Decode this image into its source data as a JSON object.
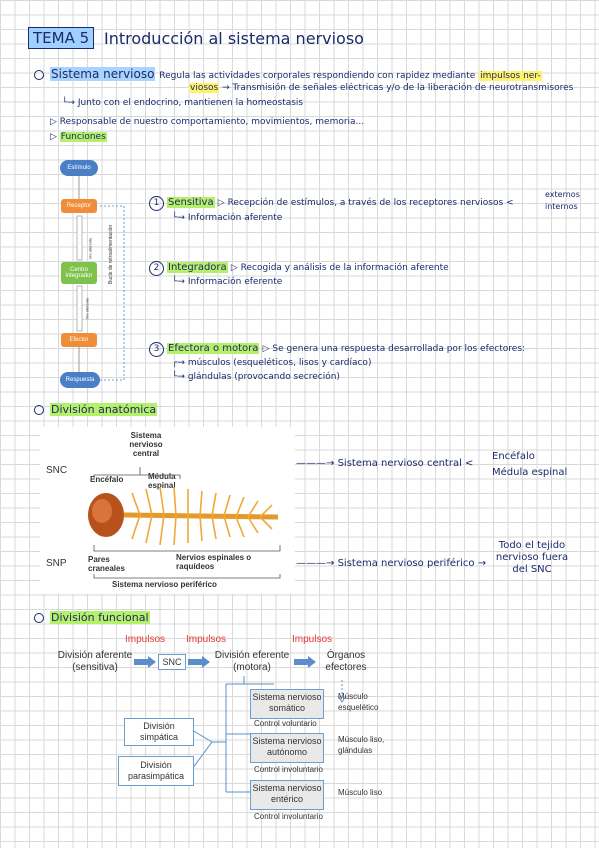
{
  "header": {
    "tema": "TEMA 5",
    "title": "Introducción al sistema nervioso"
  },
  "intro": {
    "term": "Sistema nervioso",
    "def_a": "Regula las actividades corporales respondiendo con rapidez mediante",
    "def_hl": "impulsos ner-",
    "def_b": "viosos",
    "def_c": "→ Transmisión de señales eléctricas y/o de la liberación de neurotransmisores",
    "endo": "Junto con el endocrino, mantienen la homeostasis",
    "resp": "Responsable de nuestro comportamiento, movimientos, memoria...",
    "func": "Funciones"
  },
  "flow": {
    "estimulo": "Estímulo",
    "receptor": "Receptor",
    "via_aferente": "Vía aferente",
    "centro": "Centro integrador",
    "via_eferente": "Vía eferente",
    "efector": "Efector",
    "respuesta": "Respuesta",
    "bucle": "Bucle de retroalimentación"
  },
  "funcs": [
    {
      "num": "1",
      "name": "Sensitiva",
      "text": "Recepción de estímulos, a través de los receptores nerviosos",
      "sub": "Información aferente",
      "ext": "externos",
      "int": "internos"
    },
    {
      "num": "2",
      "name": "Integradora",
      "text": "Recogida y análisis de la información aferente",
      "sub": "Información eferente"
    },
    {
      "num": "3",
      "name": "Efectora o motora",
      "text": "Se genera una respuesta desarrollada por los efectores:",
      "sub1": "músculos (esqueléticos, lisos y cardíaco)",
      "sub2": "glándulas (provocando secreción)"
    }
  ],
  "anat": {
    "title": "División anatómica",
    "snc": "SNC",
    "snp": "SNP",
    "sn_central_label": "Sistema nervioso central",
    "encefalo": "Encéfalo",
    "medula": "Médula espinal",
    "pares": "Pares craneales",
    "nervios": "Nervios espinales o raquídeos",
    "periferico": "Sistema nervioso periférico",
    "hw_central": "Sistema nervioso central",
    "hw_enc": "Encéfalo",
    "hw_med": "Médula espinal",
    "hw_periferico": "Sistema nervioso periférico",
    "hw_todo": "Todo el tejido nervioso fuera del SNC"
  },
  "func_div": {
    "title": "División funcional",
    "impulsos": "Impulsos",
    "aferente": "División aferente (sensitiva)",
    "snc": "SNC",
    "eferente": "División eferente (motora)",
    "organos": "Órganos efectores",
    "somatico": "Sistema nervioso somático",
    "voluntario": "Control voluntario",
    "musculo_esq": "Músculo esquelético",
    "simpatica": "División simpática",
    "parasimpatica": "División parasimpática",
    "autonomo": "Sistema nervioso autónomo",
    "involuntario": "Control involuntario",
    "musculo_liso_gl": "Músculo liso, glándulas",
    "enterico": "Sistema nervioso entérico",
    "musculo_liso": "Músculo liso"
  }
}
